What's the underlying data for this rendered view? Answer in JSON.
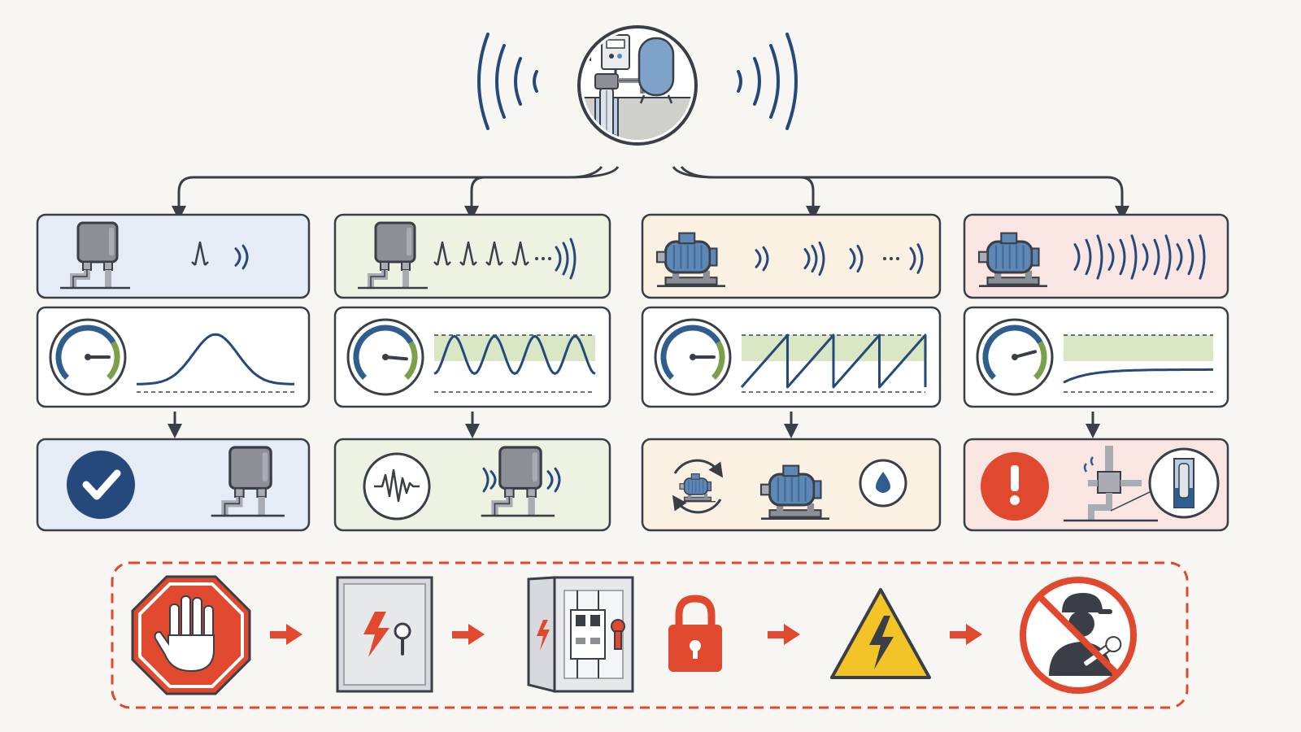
{
  "diagram": {
    "kind": "pump-short-cycling-troubleshooting",
    "has_text": false
  },
  "colors": {
    "background": "#f7f6f2",
    "outline": "#3a3f47",
    "wave_blue": "#25497a",
    "gauge_blue": "#2f5d8f",
    "gauge_green": "#7aa14a",
    "band_green": "#d9e7c4",
    "danger_red": "#e0492d",
    "warning_yellow": "#f2c428",
    "steel_blue": "#5e87b5",
    "grey_unit": "#8c9096",
    "col_tints": [
      "#e6ecf6",
      "#eef2e3",
      "#fbf1e2",
      "#f9e6e3"
    ]
  },
  "header": {
    "icon": "well-pump-pressure-tank-icon",
    "emits": "sound-waves-icon"
  },
  "columns": [
    {
      "id": "col-1",
      "tint": "#e6ecf6",
      "source_icon": "pressure-switch-icon",
      "sound": {
        "spikes": 1,
        "arcs": 1,
        "ellipsis": false
      },
      "gauge_needle_angle": 45,
      "pressure_curve": "single-bell",
      "band": false,
      "result_icons": [
        "check-badge-icon",
        "pressure-switch-icon"
      ]
    },
    {
      "id": "col-2",
      "tint": "#eef2e3",
      "source_icon": "pressure-switch-icon",
      "sound": {
        "spikes": 4,
        "arcs": 1,
        "ellipsis": true
      },
      "gauge_needle_angle": 40,
      "pressure_curve": "rapid-oscillation",
      "band": true,
      "result_icons": [
        "oscilloscope-icon",
        "vibrating-switch-icon"
      ]
    },
    {
      "id": "col-3",
      "tint": "#fbf1e2",
      "source_icon": "electric-motor-icon",
      "sound": {
        "spikes": 0,
        "arcs": 4,
        "ellipsis": true
      },
      "gauge_needle_angle": 45,
      "pressure_curve": "sawtooth",
      "band": true,
      "result_icons": [
        "cycle-motor-icon",
        "electric-motor-icon",
        "water-drop-icon"
      ]
    },
    {
      "id": "col-4",
      "tint": "#f9e6e3",
      "source_icon": "electric-motor-icon",
      "sound": {
        "spikes": 0,
        "arcs": 12,
        "ellipsis": false
      },
      "gauge_needle_angle": 60,
      "pressure_curve": "low-flat",
      "band": true,
      "result_icons": [
        "alert-badge-icon",
        "leaking-valve-icon",
        "submersible-pump-icon"
      ]
    }
  ],
  "safety_sequence": {
    "border": "dashed",
    "steps": [
      "stop-hand-icon",
      "electrical-panel-closed-icon",
      "electrical-panel-open-icon",
      "padlock-icon",
      "high-voltage-warning-icon",
      "no-technician-icon"
    ]
  }
}
